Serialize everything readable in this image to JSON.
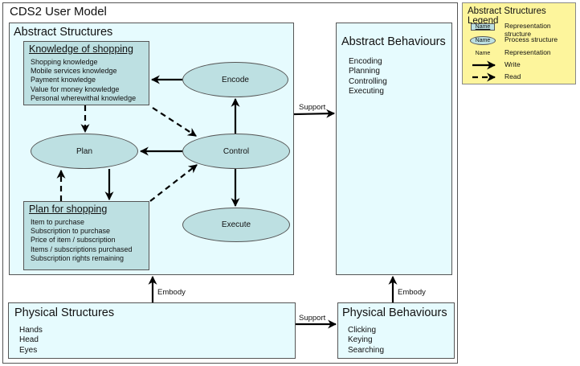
{
  "diagram": {
    "title": "CDS2 User Model",
    "abstract_structures": {
      "title": "Abstract Structures",
      "knowledge_box": {
        "title": "Knowledge of shopping",
        "items": [
          "Shopping knowledge",
          "Mobile services knowledge",
          "Payment knowledge",
          "Value for money knowledge",
          "Personal wherewithal knowledge"
        ]
      },
      "plan_box": {
        "title": "Plan for shopping",
        "items": [
          "Item to purchase",
          "Subscription to purchase",
          "Price of item / subscription",
          "Items / subscriptions purchased",
          "Subscription rights remaining"
        ]
      },
      "processes": {
        "encode": "Encode",
        "plan": "Plan",
        "control": "Control",
        "execute": "Execute"
      }
    },
    "abstract_behaviours": {
      "title": "Abstract Behaviours",
      "items": [
        "Encoding",
        "Planning",
        "Controlling",
        "Executing"
      ]
    },
    "physical_structures": {
      "title": "Physical Structures",
      "items": [
        "Hands",
        "Head",
        "Eyes"
      ]
    },
    "physical_behaviours": {
      "title": "Physical Behaviours",
      "items": [
        "Clicking",
        "Keying",
        "Searching"
      ]
    },
    "connectors": {
      "support_top": "Support",
      "support_bottom": "Support",
      "embody_left": "Embody",
      "embody_right": "Embody"
    }
  },
  "legend": {
    "title": "Abstract Structures Legend",
    "rows": [
      {
        "symbol": "Name",
        "label": "Representation structure"
      },
      {
        "symbol": "Name",
        "label": "Process structure"
      },
      {
        "symbol": "Name",
        "label": "Representation"
      },
      {
        "symbol": "",
        "label": "Write"
      },
      {
        "symbol": "",
        "label": "Read"
      }
    ]
  },
  "colors": {
    "panel_bg": "#e6fbfe",
    "structure_fill": "#bde0e2",
    "legend_bg": "#fdf59c",
    "border": "#555555"
  }
}
